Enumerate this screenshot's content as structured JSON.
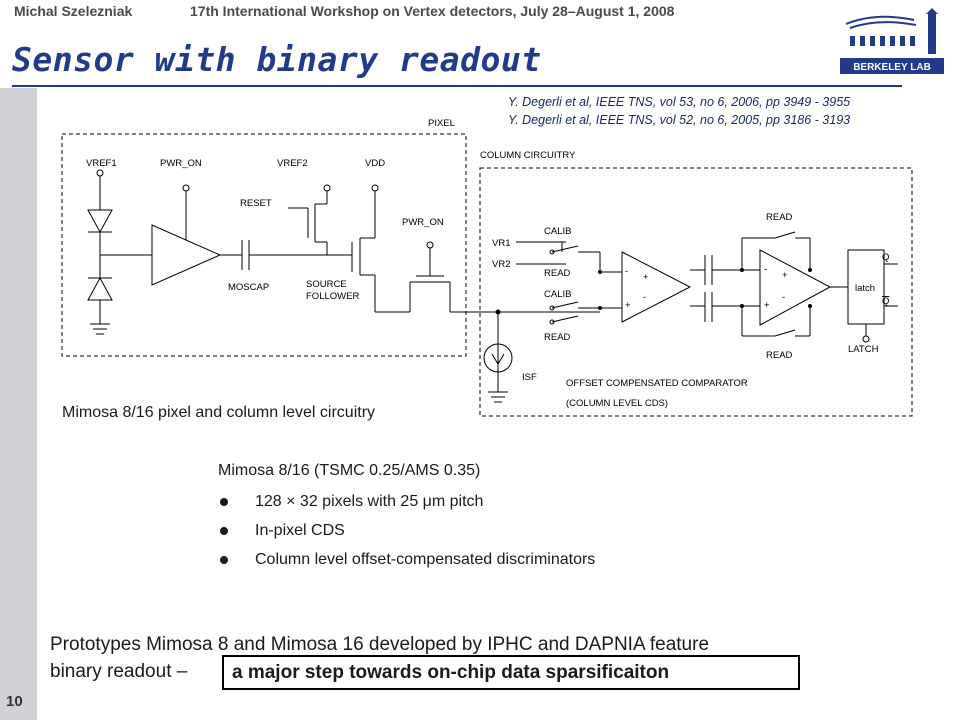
{
  "header": {
    "author": "Michal Szelezniak",
    "workshop": "17th International Workshop on Vertex detectors, July 28–August 1, 2008"
  },
  "slide": {
    "title": "Sensor with binary readout",
    "page_number": "10"
  },
  "logo": {
    "text": "BERKELEY LAB"
  },
  "references": [
    "Y. Degerli et al, IEEE TNS, vol 53, no 6, 2006, pp 3949 - 3955",
    "Y. Degerli et al, IEEE TNS, vol 52, no 6, 2005, pp 3186 - 3193"
  ],
  "schematic": {
    "pixel_label": "PIXEL",
    "column_label": "COLUMN CIRCUITRY",
    "vref1": "VREF1",
    "pwr_on": "PWR_ON",
    "vref2": "VREF2",
    "vdd": "VDD",
    "reset": "RESET",
    "pwr_on2": "PWR_ON",
    "moscap": "MOSCAP",
    "source": "SOURCE",
    "follower": "FOLLOWER",
    "vr1": "VR1",
    "vr2": "VR2",
    "calib": "CALIB",
    "read": "READ",
    "isf": "ISF",
    "latch": "latch",
    "latch_label": "LATCH",
    "q": "Q",
    "qbar": "Q",
    "occ": "OFFSET COMPENSATED COMPARATOR",
    "cds": "(COLUMN LEVEL CDS)",
    "plus": "+",
    "minus": "-"
  },
  "caption": "Mimosa 8/16 pixel and column level circuitry",
  "specs": {
    "title": "Mimosa 8/16 (TSMC 0.25/AMS 0.35)",
    "bullets": [
      "128 × 32 pixels with 25 μm pitch",
      "In-pixel CDS",
      "Column level offset-compensated discriminators"
    ]
  },
  "bottom": {
    "line1": "Prototypes Mimosa 8 and Mimosa 16 developed by IPHC and DAPNIA feature",
    "line2_start": "binary readout –",
    "highlight": "a major step towards on-chip data sparsificaiton"
  },
  "colors": {
    "title": "#223a8a",
    "sidebar": "#cfd1d6",
    "logo": "#223a8a"
  }
}
